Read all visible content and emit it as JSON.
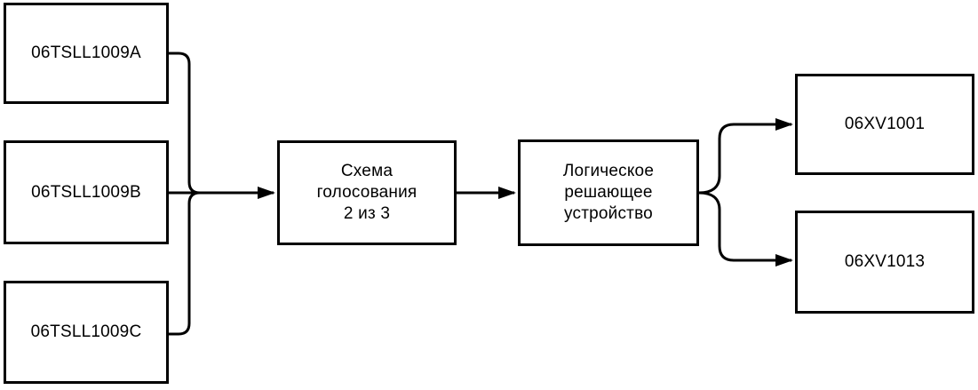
{
  "diagram": {
    "background_color": "#ffffff",
    "line_color": "#000000",
    "nodes": {
      "sensor_a": {
        "label": "06TSLL1009A"
      },
      "sensor_b": {
        "label": "06TSLL1009B"
      },
      "sensor_c": {
        "label": "06TSLL1009C"
      },
      "voting": {
        "lines": {
          "0": "Схема",
          "1": "голосования",
          "2": "2 из 3"
        }
      },
      "logic": {
        "lines": {
          "0": "Логическое",
          "1": "решающее",
          "2": "устройство"
        }
      },
      "valve_1": {
        "label": "06XV1001"
      },
      "valve_2": {
        "label": "06XV1013"
      }
    }
  }
}
